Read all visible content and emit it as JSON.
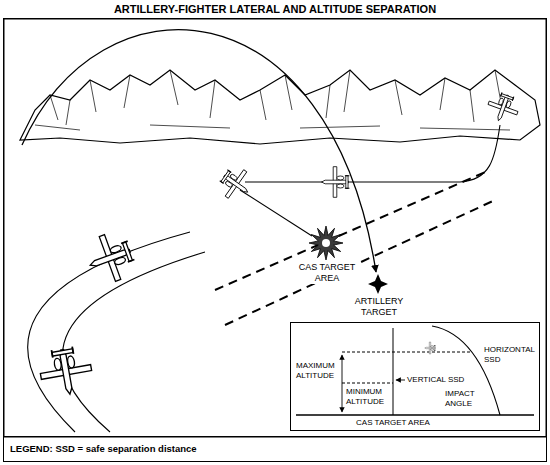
{
  "diagram": {
    "title": "ARTILLERY-FIGHTER LATERAL AND ALTITUDE SEPARATION",
    "nodes": [
      {
        "text": [
          "HORIZONTAL SSD",
          "MAXIMUM ALTITUDE",
          "MINIMUM ALTITUDE",
          "VERTICAL SSD",
          "IMPACT ANGLE",
          "CAS TARGET AREA"
        ]
      },
      {
        "text": [
          "LEGEND: SSD = safe separation distance"
        ]
      }
    ],
    "labels": [
      "CAS TARGET AREA",
      "ARTILLERY TARGET"
    ]
  }
}
